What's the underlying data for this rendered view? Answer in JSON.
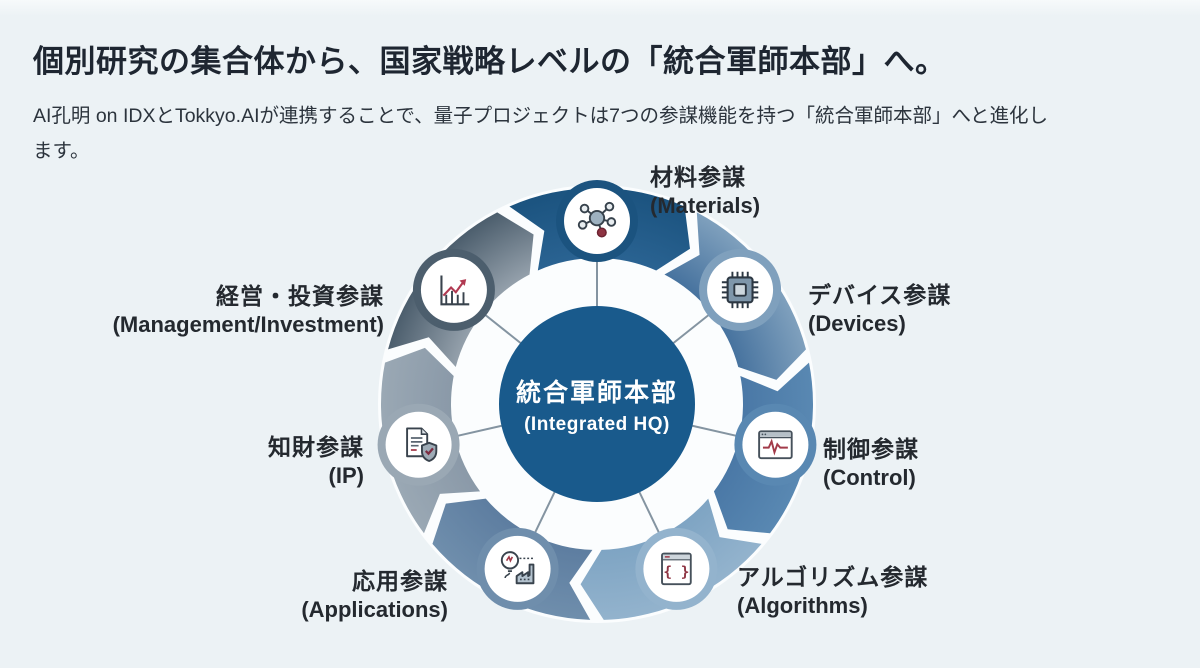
{
  "header": {
    "title": "個別研究の集合体から、国家戦略レベルの「統合軍師本部」へ。",
    "subtitle": "AI孔明 on IDXとTokkyo.AIが連携することで、量子プロジェクトは7つの参謀機能を持つ「統合軍師本部」へと進化し\nます。"
  },
  "wheel": {
    "center": {
      "label_jp": "統合軍師本部",
      "label_en": "(Integrated HQ)",
      "color": "#195a8c",
      "text_color": "#ffffff"
    },
    "segments": [
      {
        "id": "materials",
        "label_jp": "材料参謀",
        "label_en": "(Materials)",
        "icon": "molecule-icon",
        "angle_deg": -90,
        "color_inner": "#2a6392",
        "color_outer": "#1b537f"
      },
      {
        "id": "devices",
        "label_jp": "デバイス参謀",
        "label_en": "(Devices)",
        "icon": "chip-icon",
        "angle_deg": -38.57,
        "color_inner": "#46729e",
        "color_outer": "#7fa0bd"
      },
      {
        "id": "control",
        "label_jp": "制御参謀",
        "label_en": "(Control)",
        "icon": "pulse-window-icon",
        "angle_deg": 12.86,
        "color_inner": "#4a78a6",
        "color_outer": "#5988b2"
      },
      {
        "id": "algorithms",
        "label_jp": "アルゴリズム参謀",
        "label_en": "(Algorithms)",
        "icon": "code-window-icon",
        "angle_deg": 64.29,
        "color_inner": "#7ea4c3",
        "color_outer": "#93b3cd"
      },
      {
        "id": "applications",
        "label_jp": "応用参謀",
        "label_en": "(Applications)",
        "icon": "bulb-factory-icon",
        "angle_deg": 115.71,
        "color_inner": "#5d7da0",
        "color_outer": "#6f8eac"
      },
      {
        "id": "ip",
        "label_jp": "知財参謀",
        "label_en": "(IP)",
        "icon": "document-shield-icon",
        "angle_deg": 167.14,
        "color_inner": "#8a99a8",
        "color_outer": "#9aa8b4"
      },
      {
        "id": "management",
        "label_jp": "経営・投資参謀",
        "label_en": "(Management/Investment)",
        "icon": "growth-chart-icon",
        "angle_deg": 218.57,
        "color_inner": "#95a1ac",
        "color_outer": "#4c5e6d"
      }
    ]
  },
  "style": {
    "background": "#ecf2f5",
    "spoke_color": "#8494a1",
    "gap_color": "#fbfdfe",
    "label_color": "#24292f",
    "icon_circle_color": "#ffffff"
  }
}
